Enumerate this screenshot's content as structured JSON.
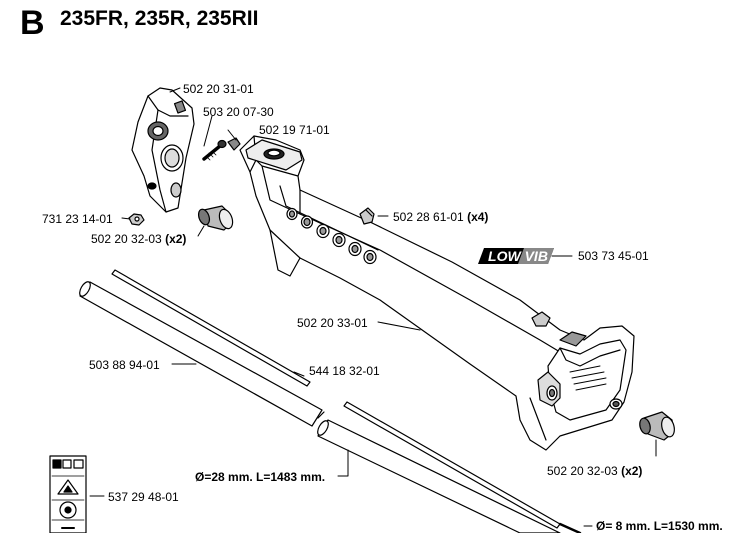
{
  "header": {
    "section_letter": "B",
    "models": "235FR, 235R, 235RII"
  },
  "logo": {
    "text": "LOW VIB"
  },
  "callouts": {
    "p1": {
      "part": "502 20 31-01",
      "qty": ""
    },
    "p2": {
      "part": "503 20 07-30",
      "qty": ""
    },
    "p3": {
      "part": "502 19 71-01",
      "qty": ""
    },
    "p4": {
      "part": "731 23 14-01",
      "qty": ""
    },
    "p5": {
      "part": "502 20 32-03",
      "qty": "(x2)"
    },
    "p6": {
      "part": "502 28 61-01",
      "qty": "(x4)"
    },
    "p7": {
      "part": "503 73 45-01",
      "qty": ""
    },
    "p8": {
      "part": "502 20 33-01",
      "qty": ""
    },
    "p9": {
      "part": "503 88 94-01",
      "qty": ""
    },
    "p10": {
      "part": "544 18 32-01",
      "qty": ""
    },
    "p11": {
      "part": "502 20 32-03",
      "qty": "(x2)"
    },
    "p12": {
      "part": "Ø=28 mm. L=1483 mm.",
      "qty": ""
    },
    "p13": {
      "part": "537 29 48-01",
      "qty": ""
    },
    "p14": {
      "part": "Ø= 8 mm. L=1530 mm.",
      "qty": ""
    }
  }
}
